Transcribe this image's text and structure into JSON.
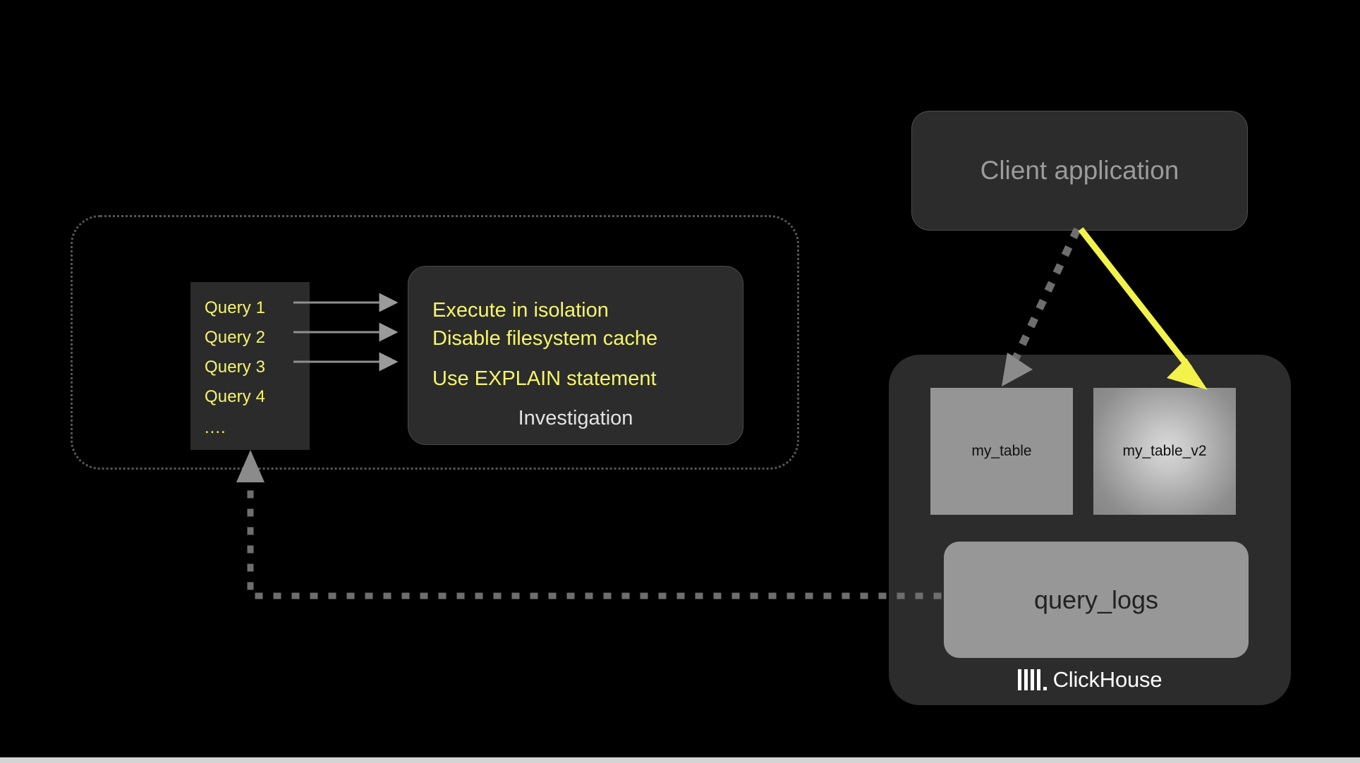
{
  "page": {
    "background_color": "#000000",
    "accent_yellow": "#f5f56a",
    "arrow_yellow": "#f2f24a",
    "panel_gray": "#2c2c2c",
    "table_gray": "#959595"
  },
  "query_panel": {
    "items": [
      {
        "label": "Query 1"
      },
      {
        "label": "Query 2"
      },
      {
        "label": "Query 3"
      },
      {
        "label": "Query 4"
      }
    ],
    "ellipsis": "...."
  },
  "investigation": {
    "lines": [
      {
        "text": "Execute in isolation"
      },
      {
        "text": "Disable filesystem cache"
      },
      {
        "text": "Use EXPLAIN statement"
      }
    ],
    "caption": "Investigation"
  },
  "client": {
    "label": "Client application"
  },
  "clickhouse": {
    "brand_name": "ClickHouse",
    "tables": [
      {
        "label": "my_table",
        "style": "plain"
      },
      {
        "label": "my_table_v2",
        "style": "glow"
      }
    ],
    "query_logs_label": "query_logs"
  },
  "connectors": {
    "query_to_investigation": "solid-gray-arrow",
    "client_to_my_table": "dotted-gray-arrow",
    "client_to_my_table_v2": "solid-yellow-arrow",
    "query_logs_to_query_panel": "dotted-gray-arrow"
  }
}
